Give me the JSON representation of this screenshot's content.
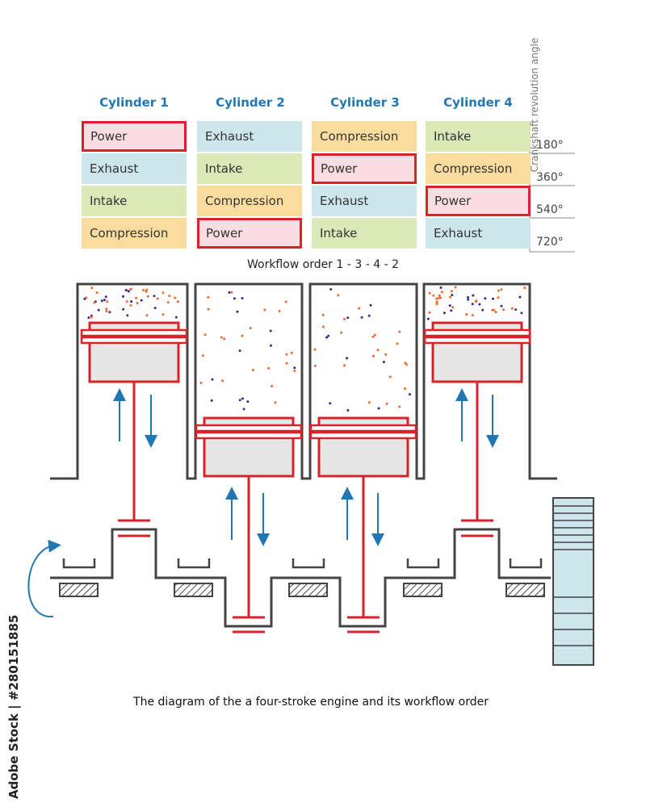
{
  "cylinders": [
    {
      "label": "Cylinder 1",
      "strokes": [
        "Power",
        "Exhaust",
        "Intake",
        "Compression"
      ],
      "highlight": 0
    },
    {
      "label": "Cylinder 2",
      "strokes": [
        "Exhaust",
        "Intake",
        "Compression",
        "Power"
      ],
      "highlight": 3
    },
    {
      "label": "Cylinder 3",
      "strokes": [
        "Compression",
        "Power",
        "Exhaust",
        "Intake"
      ],
      "highlight": 1
    },
    {
      "label": "Cylinder 4",
      "strokes": [
        "Intake",
        "Compression",
        "Power",
        "Exhaust"
      ],
      "highlight": 2
    }
  ],
  "angles": [
    "180°",
    "360°",
    "540°",
    "720°"
  ],
  "angle_axis_label": "Crankshaft revolution angle",
  "workflow_order": "Workflow order 1 - 3 - 4 - 2",
  "caption": "The diagram of the a four-stroke engine and its  workflow order",
  "stock_id": "Adobe Stock | #280151885",
  "colors": {
    "Power": "#fadde2",
    "Exhaust": "#cce6ec",
    "Intake": "#dbe9b8",
    "Compression": "#fbdc9f",
    "highlight": "#d8232a",
    "accent": "#1f78b4"
  }
}
